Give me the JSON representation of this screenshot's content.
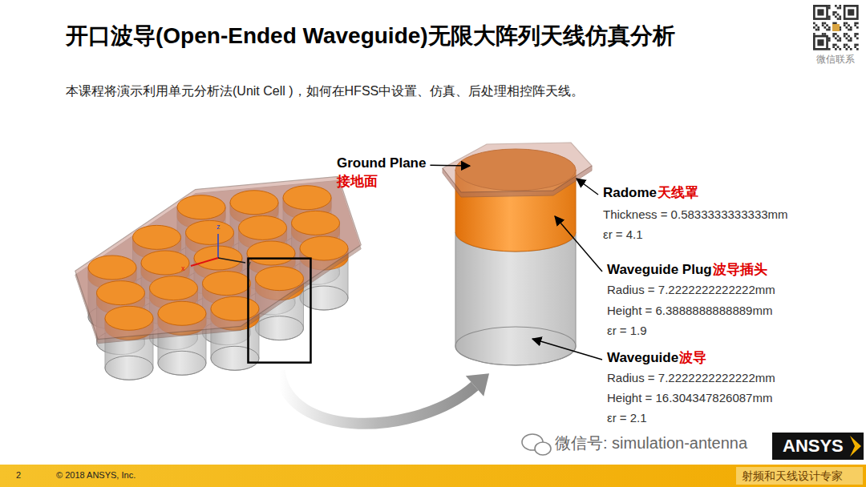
{
  "diagram": {
    "title": "开口波导(Open-Ended Waveguide)无限大阵列天线仿真分析",
    "labels": [
      "本课程将演示利用单元分析法(Unit Cell )，如何在HFSS中设置、仿真、后处理相控阵天线。",
      "Ground Plane",
      "接地面",
      "Radome",
      "天线罩",
      "Thickness = 0.5833333333333mm",
      "εr = 4.1",
      "Waveguide Plug",
      "波导插头",
      "Radius = 7.2222222222222mm",
      "Height = 6.3888888888889mm",
      "εr = 1.9",
      "Waveguide",
      "波导",
      "Radius = 7.2222222222222mm",
      "Height = 16.304347826087mm",
      "εr = 2.1",
      "z",
      "y",
      "x",
      "2",
      "© 2018 ANSYS, Inc.",
      "微信号: simulation-antenna",
      "ANSYS",
      "射频和天线设计专家",
      "微信联系"
    ]
  }
}
